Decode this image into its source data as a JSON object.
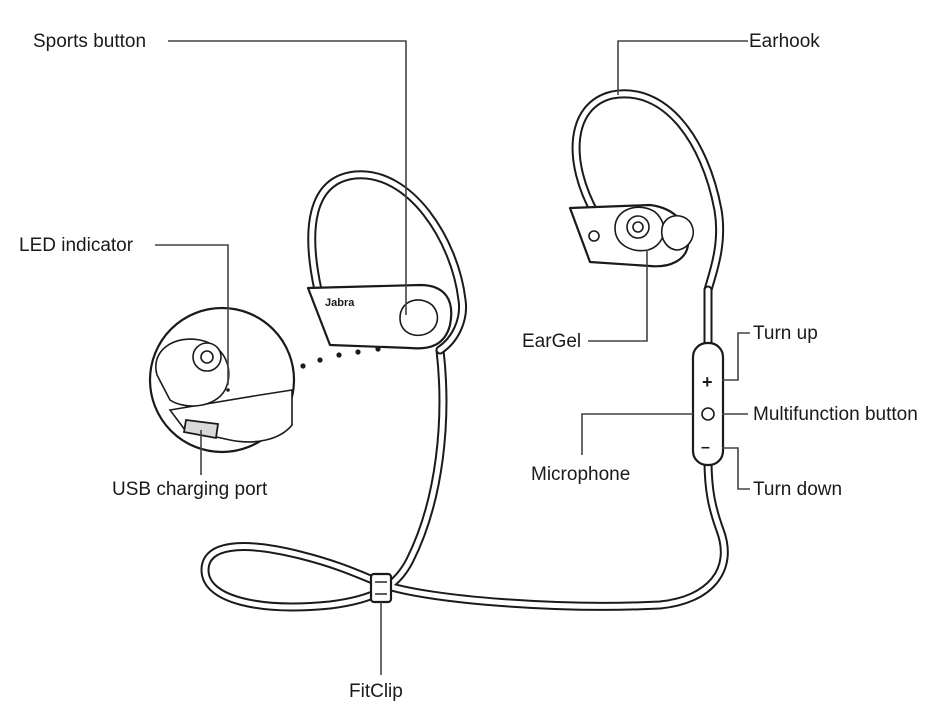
{
  "labels": {
    "sports_button": "Sports button",
    "earhook": "Earhook",
    "led_indicator": "LED indicator",
    "eargel": "EarGel",
    "turn_up": "Turn up",
    "multifunction_button": "Multifunction button",
    "microphone": "Microphone",
    "turn_down": "Turn down",
    "usb_charging_port": "USB charging port",
    "fitclip": "FitClip"
  },
  "brand_text": "Jabra",
  "control_symbols": {
    "plus": "+",
    "minus": "–"
  }
}
